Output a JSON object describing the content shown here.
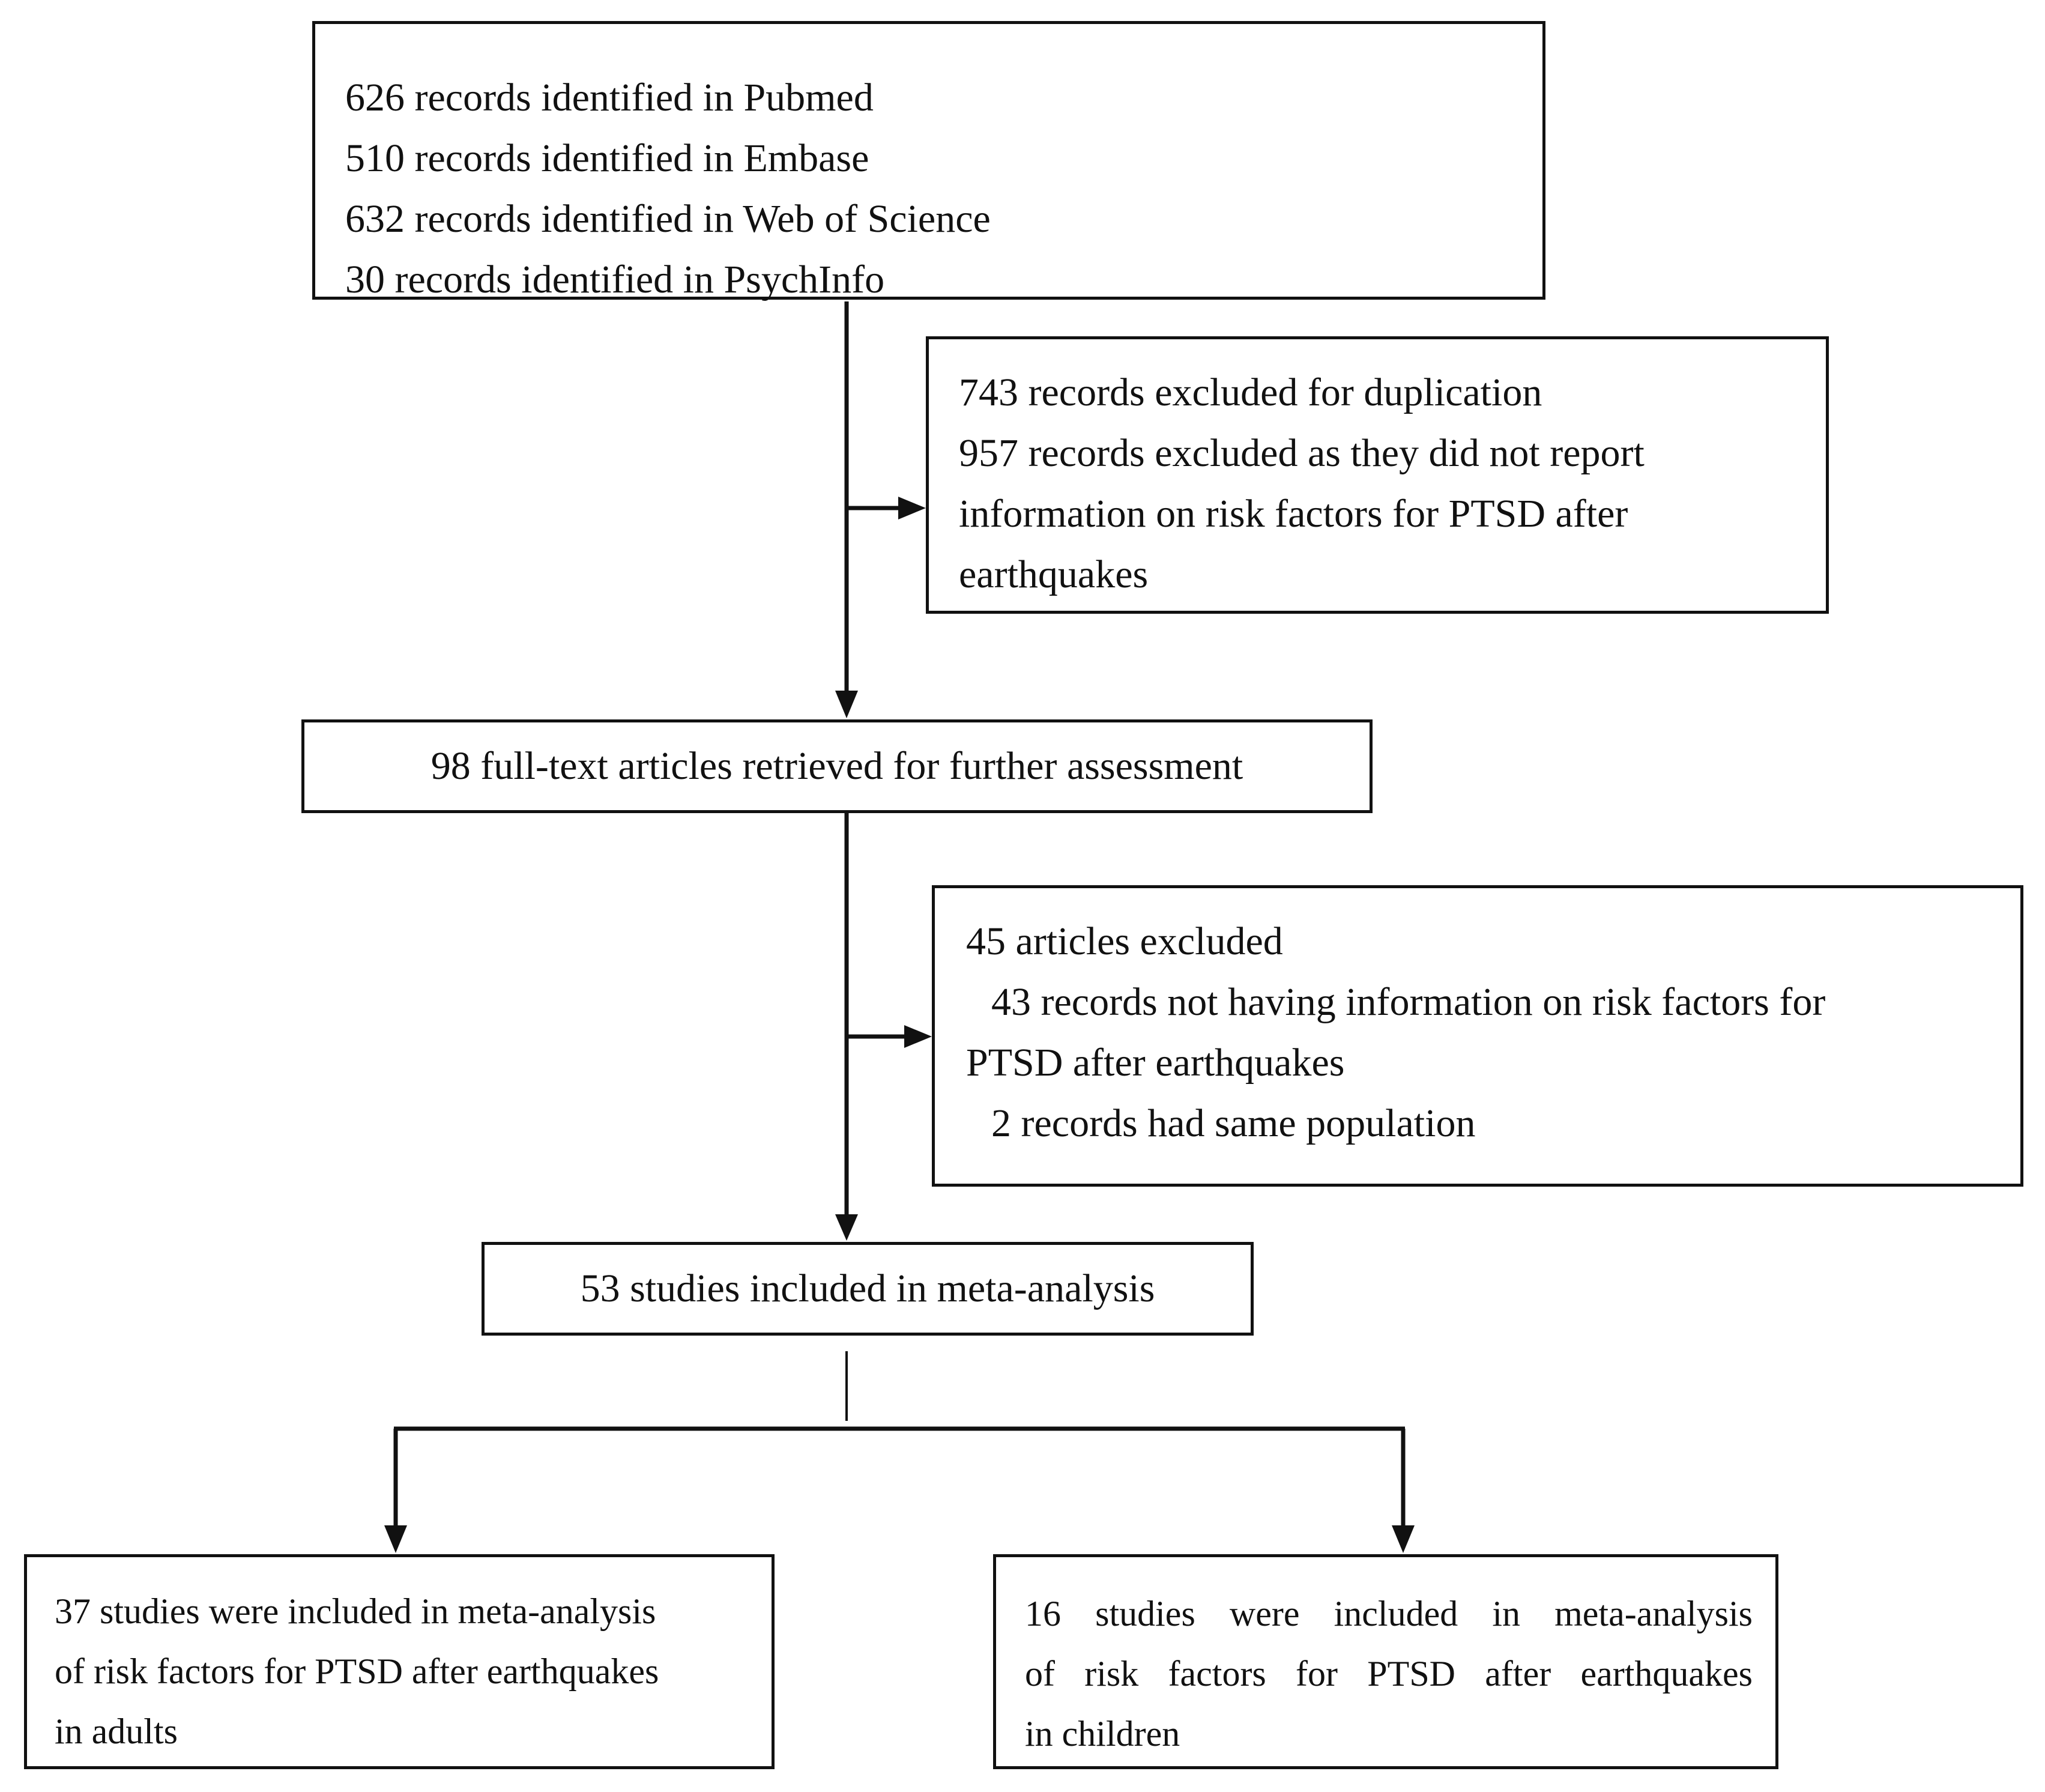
{
  "sources_box": {
    "lines": [
      "626 records identified in Pubmed",
      "510 records identified in Embase",
      "632 records identified in Web of Science",
      "30 records identified in PsychInfo"
    ]
  },
  "exclusion_box_1": {
    "lines": [
      "743 records excluded for duplication",
      "957 records excluded as they did not report",
      "information on risk factors for PTSD after",
      "earthquakes"
    ]
  },
  "fulltext_box": {
    "text": "98 full-text articles retrieved for further assessment"
  },
  "exclusion_box_2": {
    "lines": [
      "45 articles excluded",
      "43 records not having information on risk factors for",
      "PTSD after earthquakes",
      "2 records had same population"
    ]
  },
  "included_box": {
    "text": "53 studies included in meta-analysis"
  },
  "adults_box": {
    "lines": [
      "37 studies were included in meta-analysis",
      "of risk factors for PTSD after earthquakes",
      "in adults"
    ]
  },
  "children_box": {
    "lines": [
      "16 studies were included in meta-analysis",
      "of risk factors for PTSD after earthquakes",
      "in children"
    ]
  }
}
